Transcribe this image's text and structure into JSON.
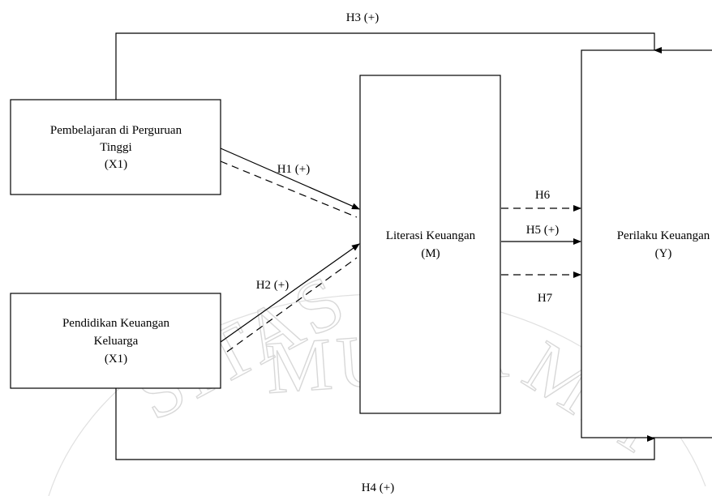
{
  "watermark": {
    "text": "SITAS MUHAMMADIYAH"
  },
  "boxes": {
    "x1_learning": {
      "line1": "Pembelajaran di Perguruan",
      "line2": "Tinggi",
      "line3": "(X1)"
    },
    "x2_family": {
      "line1": "Pendidikan Keuangan",
      "line2": "Keluarga",
      "line3": "(X1)"
    },
    "mediator": {
      "line1": "Literasi Keuangan",
      "line2": "(M)"
    },
    "outcome": {
      "line1": "Perilaku Keuangan",
      "line2": "(Y)"
    }
  },
  "hypotheses": {
    "h1": "H1 (+)",
    "h2": "H2 (+)",
    "h3": "H3 (+)",
    "h4": "H4 (+)",
    "h5": "H5 (+)",
    "h6": "H6",
    "h7": "H7"
  }
}
